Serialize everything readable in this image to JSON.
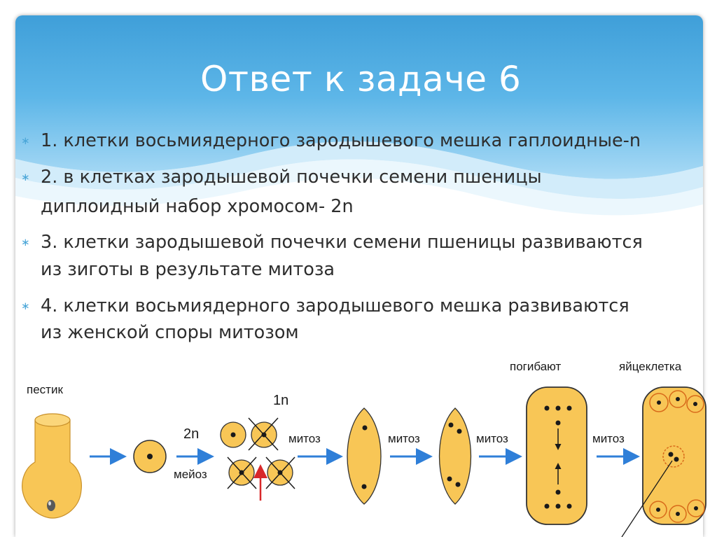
{
  "slide": {
    "title": "Ответ к задаче 6",
    "bullets": [
      {
        "lines": [
          "1. клетки восьмиядерного зародышевого мешка гаплоидные-n"
        ]
      },
      {
        "lines": [
          "2. в клетках   зародышевой почечки семени пшеницы",
          "диплоидный набор хромосом- 2n"
        ]
      },
      {
        "lines": [
          "3. клетки зародышевой почечки семени пшеницы развиваются",
          "из зиготы в результате митоза"
        ]
      },
      {
        "lines": [
          "4. клетки  восьмиядерного зародышевого мешка развиваются",
          "из женской споры митозом"
        ]
      }
    ],
    "bullet_marker": "∗",
    "accent_color": "#4aa6d8"
  },
  "diagram": {
    "label_pistil": "пестик",
    "label_2n": "2n",
    "label_meiosis": "мейоз",
    "label_1n": "1n",
    "label_mitosis_1": "митоз",
    "label_mitosis_2": "митоз",
    "label_mitosis_3": "митоз",
    "label_mitosis_4": "митоз",
    "label_perish": "погибают",
    "label_egg_cell": "яйцеклетка",
    "cell_color": "#f8c656",
    "arrow_color": "#2f7fd8"
  }
}
